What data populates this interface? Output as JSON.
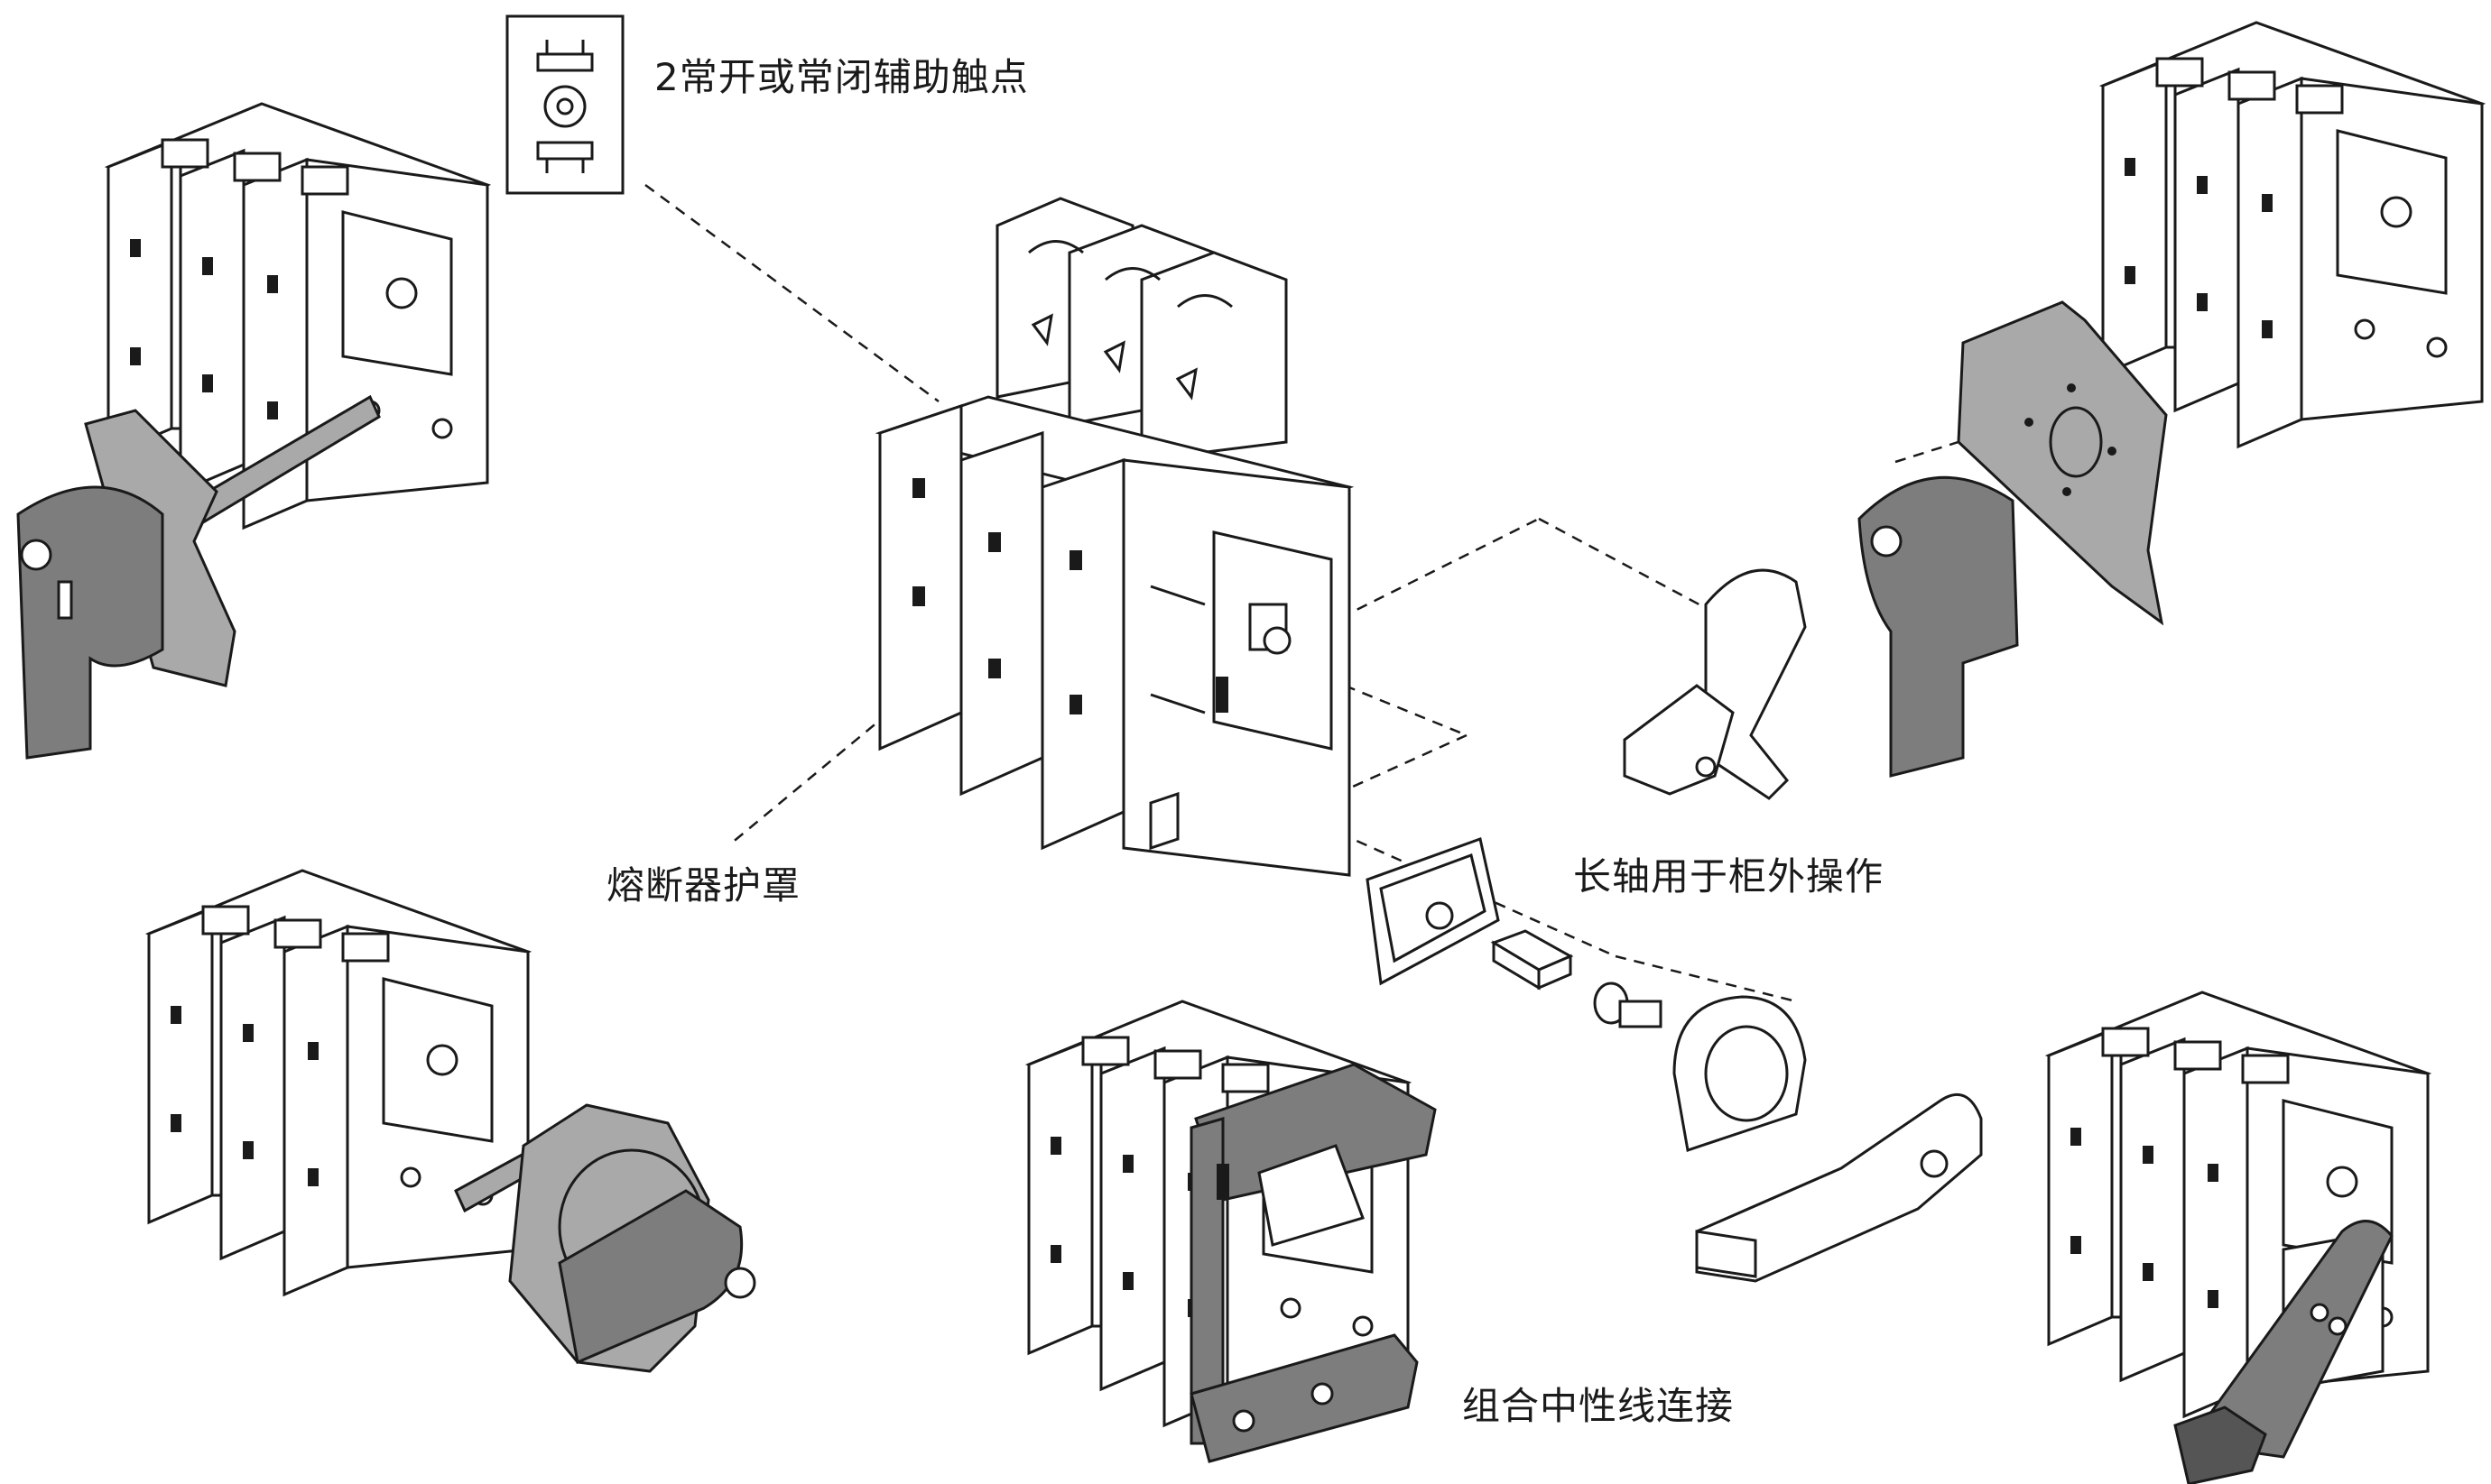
{
  "labels": {
    "aux_contact": "2常开或常闭辅助触点",
    "fuse_cover": "熔断器护罩",
    "long_shaft": "长轴用于柜外操作",
    "neutral_link": "组合中性线连接"
  },
  "colors": {
    "line": "#1a1a1a",
    "body": "#ffffff",
    "handle": "#7d7d7d",
    "handle_light": "#a9a9a9",
    "dark_part": "#555555"
  },
  "icons": [
    "auxiliary-contact-icon",
    "fuse-switch-unit",
    "handle-icon",
    "shaft-coupling-icon",
    "door-seal-icon"
  ]
}
